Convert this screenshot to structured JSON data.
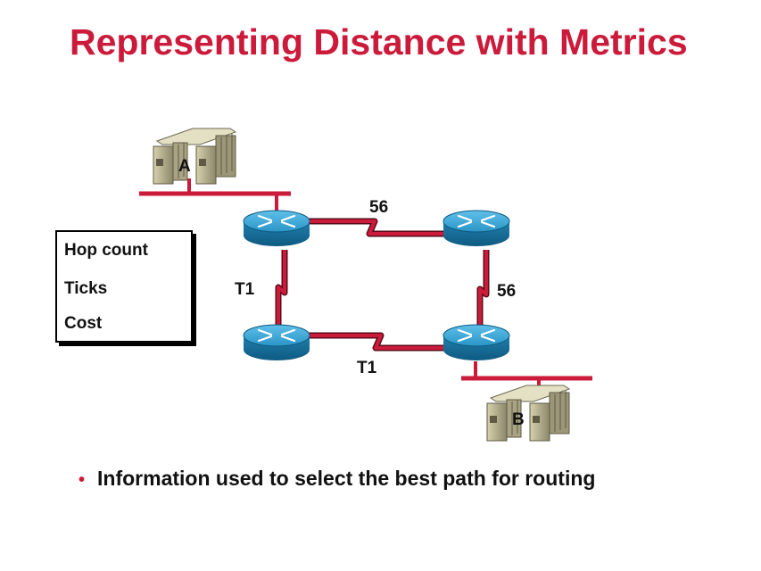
{
  "title": "Representing Distance with Metrics",
  "metrics": {
    "items": [
      "Hop count",
      "Ticks",
      "Cost"
    ]
  },
  "hosts": {
    "a_label": "A",
    "b_label": "B"
  },
  "links": {
    "top": "56",
    "right": "56",
    "left": "T1",
    "bottom": "T1"
  },
  "bullet": "Information used to select the best path for routing",
  "colors": {
    "title": "#cc1a3a",
    "link": "#cc1a3a",
    "router": "#2a95c6"
  }
}
